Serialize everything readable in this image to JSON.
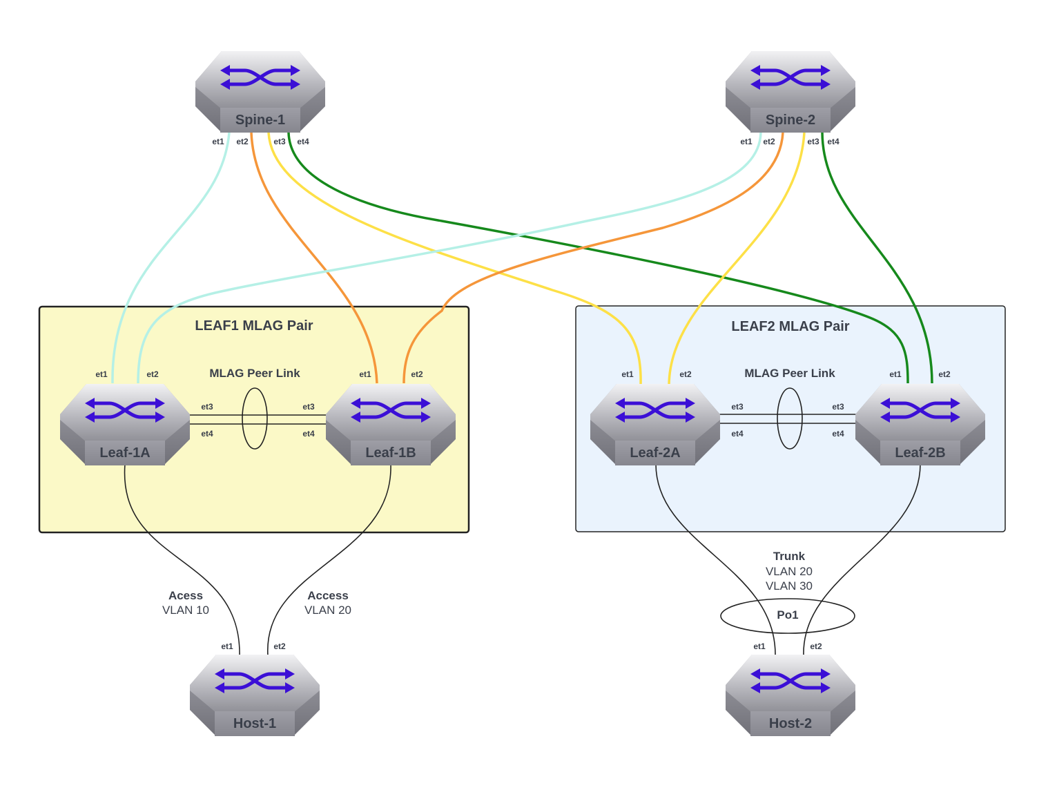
{
  "groups": {
    "leaf1": "LEAF1 MLAG Pair",
    "leaf2": "LEAF2 MLAG Pair"
  },
  "peer_link": {
    "leaf1": "MLAG Peer Link",
    "leaf2": "MLAG Peer Link"
  },
  "devices": {
    "spine1": "Spine-1",
    "spine2": "Spine-2",
    "leaf1a": "Leaf-1A",
    "leaf1b": "Leaf-1B",
    "leaf2a": "Leaf-2A",
    "leaf2b": "Leaf-2B",
    "host1": "Host-1",
    "host2": "Host-2"
  },
  "ports": {
    "spine1": [
      "et1",
      "et2",
      "et3",
      "et4"
    ],
    "spine2": [
      "et1",
      "et2",
      "et3",
      "et4"
    ],
    "leaf1a_up": [
      "et1",
      "et2"
    ],
    "leaf1b_up": [
      "et1",
      "et2"
    ],
    "leaf2a_up": [
      "et1",
      "et2"
    ],
    "leaf2b_up": [
      "et1",
      "et2"
    ],
    "leaf1a_peer": [
      "et3",
      "et4"
    ],
    "leaf1b_peer": [
      "et3",
      "et4"
    ],
    "leaf2a_peer": [
      "et3",
      "et4"
    ],
    "leaf2b_peer": [
      "et3",
      "et4"
    ],
    "host1": [
      "et1",
      "et2"
    ],
    "host2": [
      "et1",
      "et2"
    ]
  },
  "links": {
    "host1_left": {
      "mode": "Acess",
      "vlan": "VLAN 10"
    },
    "host1_right": {
      "mode": "Access",
      "vlan": "VLAN 20"
    },
    "host2": {
      "mode": "Trunk",
      "vlan1": "VLAN 20",
      "vlan2": "VLAN 30",
      "bundle": "Po1"
    }
  },
  "colors": {
    "et1_link": "#b5f0e6",
    "et2_link": "#f5963a",
    "et3_link": "#fde047",
    "et4_link": "#16891c",
    "leaf1_group_fill": "#fbf9c7",
    "leaf2_group_fill": "#eaf3fd",
    "icon_arrows": "#3b0fd6"
  },
  "icons": {
    "switch": "switch-icon"
  }
}
